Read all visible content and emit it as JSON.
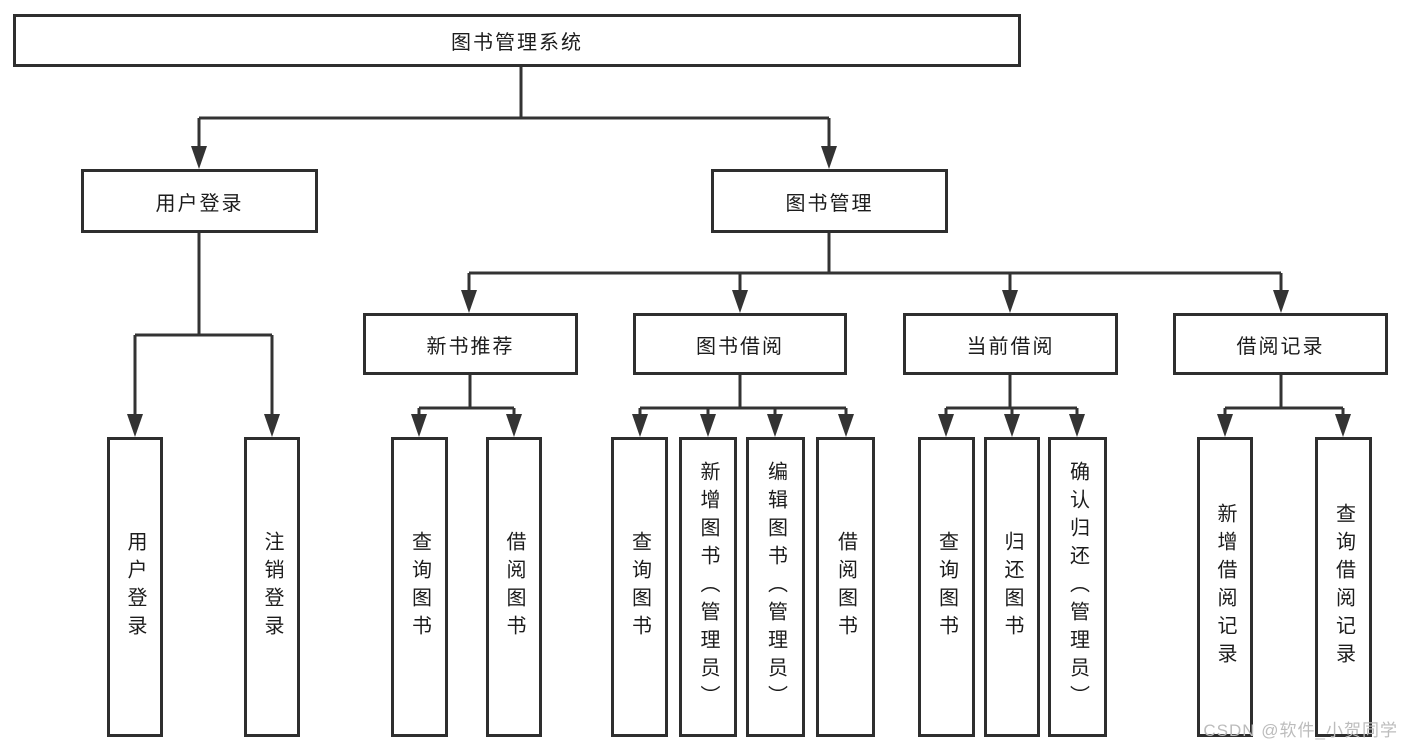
{
  "diagram": {
    "title_box": "图书管理系统",
    "branches": {
      "user_login": "用户登录",
      "book_management": "图书管理"
    },
    "modules": {
      "new_book_recommend": "新书推荐",
      "book_borrow": "图书借阅",
      "current_borrow": "当前借阅",
      "borrow_record": "借阅记录"
    },
    "functions": {
      "user_login": "用户登录",
      "logout": "注销登录",
      "recommend_query_book": "查询图书",
      "recommend_borrow_book": "借阅图书",
      "borrow_query_book": "查询图书",
      "borrow_add_book": "新增图书（管理员）",
      "borrow_edit_book": "编辑图书（管理员）",
      "borrow_borrow_book": "借阅图书",
      "current_query_book": "查询图书",
      "current_return_book": "归还图书",
      "current_confirm_return": "确认归还（管理员）",
      "record_add": "新增借阅记录",
      "record_query": "查询借阅记录"
    },
    "watermark": "CSDN @软件_小贺同学",
    "colors": {
      "line": "#333333",
      "border": "#2e2e2e",
      "text": "#1c1c1c",
      "watermark": "#bcbcbc",
      "background": "#ffffff"
    }
  }
}
